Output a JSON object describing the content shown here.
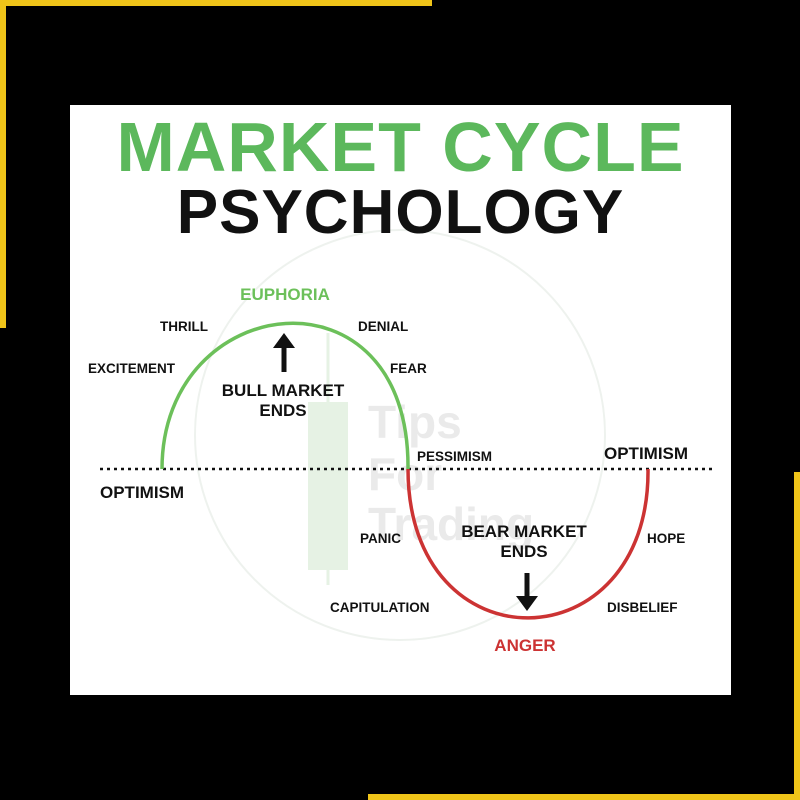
{
  "title": {
    "line1": "MARKET CYCLE",
    "line2": "PSYCHOLOGY"
  },
  "watermark": {
    "line1": "Tips",
    "line2": "For",
    "line3": "Trading"
  },
  "labels": {
    "euphoria": "EUPHORIA",
    "thrill": "THRILL",
    "denial": "DENIAL",
    "excitement": "EXCITEMENT",
    "fear": "FEAR",
    "bull_line1": "BULL MARKET",
    "bull_line2": "ENDS",
    "optimism_left": "OPTIMISM",
    "pessimism": "PESSIMISM",
    "optimism_right": "OPTIMISM",
    "panic": "PANIC",
    "bear_line1": "BEAR MARKET",
    "bear_line2": "ENDS",
    "hope": "HOPE",
    "capitulation": "CAPITULATION",
    "disbelief": "DISBELIEF",
    "anger": "ANGER"
  },
  "colors": {
    "background": "#000000",
    "accent": "#f0c419",
    "card": "#ffffff",
    "title_green": "#5cb85c",
    "title_black": "#111111",
    "bull_curve": "#6cc05a",
    "bear_curve": "#cc3333",
    "euphoria_text": "#6cc05a",
    "anger_text": "#cc3333",
    "text": "#111111",
    "watermark": "#d8e8d8"
  }
}
